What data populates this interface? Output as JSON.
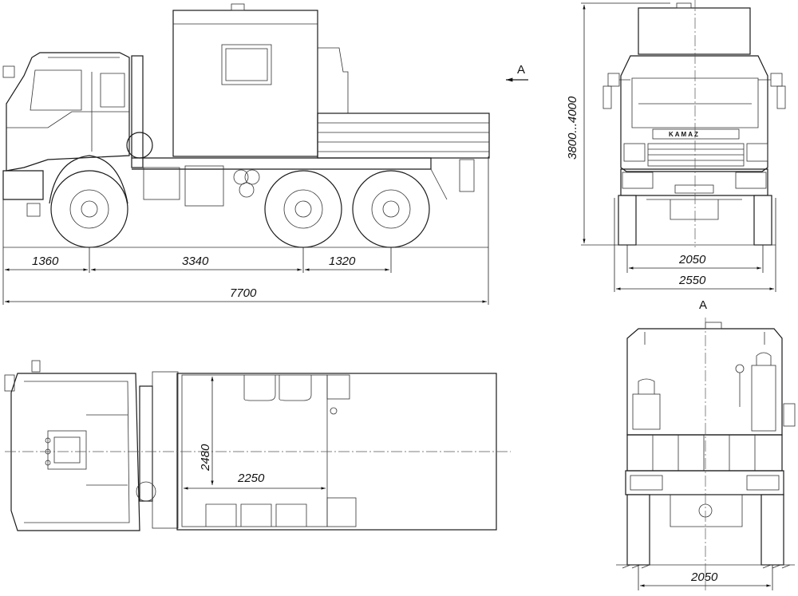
{
  "dimensions": {
    "front_overhang": "1360",
    "wheelbase": "3340",
    "rear_bogie": "1320",
    "overall_length": "7700",
    "height_range": "3800...4000",
    "front_track": "2050",
    "overall_width": "2550",
    "body_length": "2250",
    "body_width": "2480",
    "rear_track": "2050"
  },
  "view_markers": {
    "side_arrow": "A",
    "rear_view": "A"
  },
  "brand": {
    "grille_logo": "KAMAZ"
  }
}
